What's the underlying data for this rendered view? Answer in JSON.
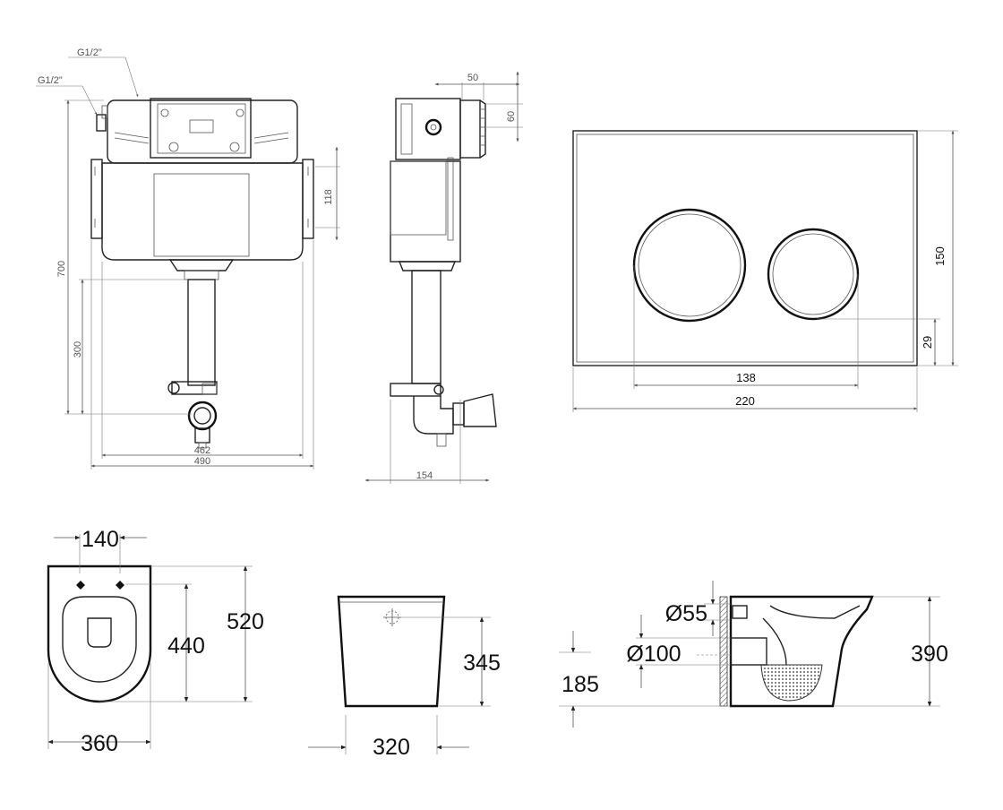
{
  "colors": {
    "line": "#222222",
    "dimension": "#555555",
    "background": "#ffffff"
  },
  "labels": {
    "cistern_front": {
      "pipe_top": "G1/2\"",
      "pipe_side": "G1/2\"",
      "height": "700",
      "outlet_height": "300",
      "inner_width": "462",
      "outer_width": "490"
    },
    "cistern_side": {
      "depth_top": "50",
      "flange": "60",
      "bracket": "118",
      "depth": "154"
    },
    "flush_plate": {
      "height": "150",
      "button_offset": "29",
      "button_span": "138",
      "width": "220"
    },
    "toilet_top": {
      "hole_spacing": "140",
      "depth_inner": "440",
      "depth": "520",
      "width": "360"
    },
    "toilet_back": {
      "height": "345",
      "width": "320"
    },
    "toilet_side": {
      "inlet": "Ø55",
      "outlet": "Ø100",
      "outlet_height": "185",
      "height": "390"
    }
  }
}
